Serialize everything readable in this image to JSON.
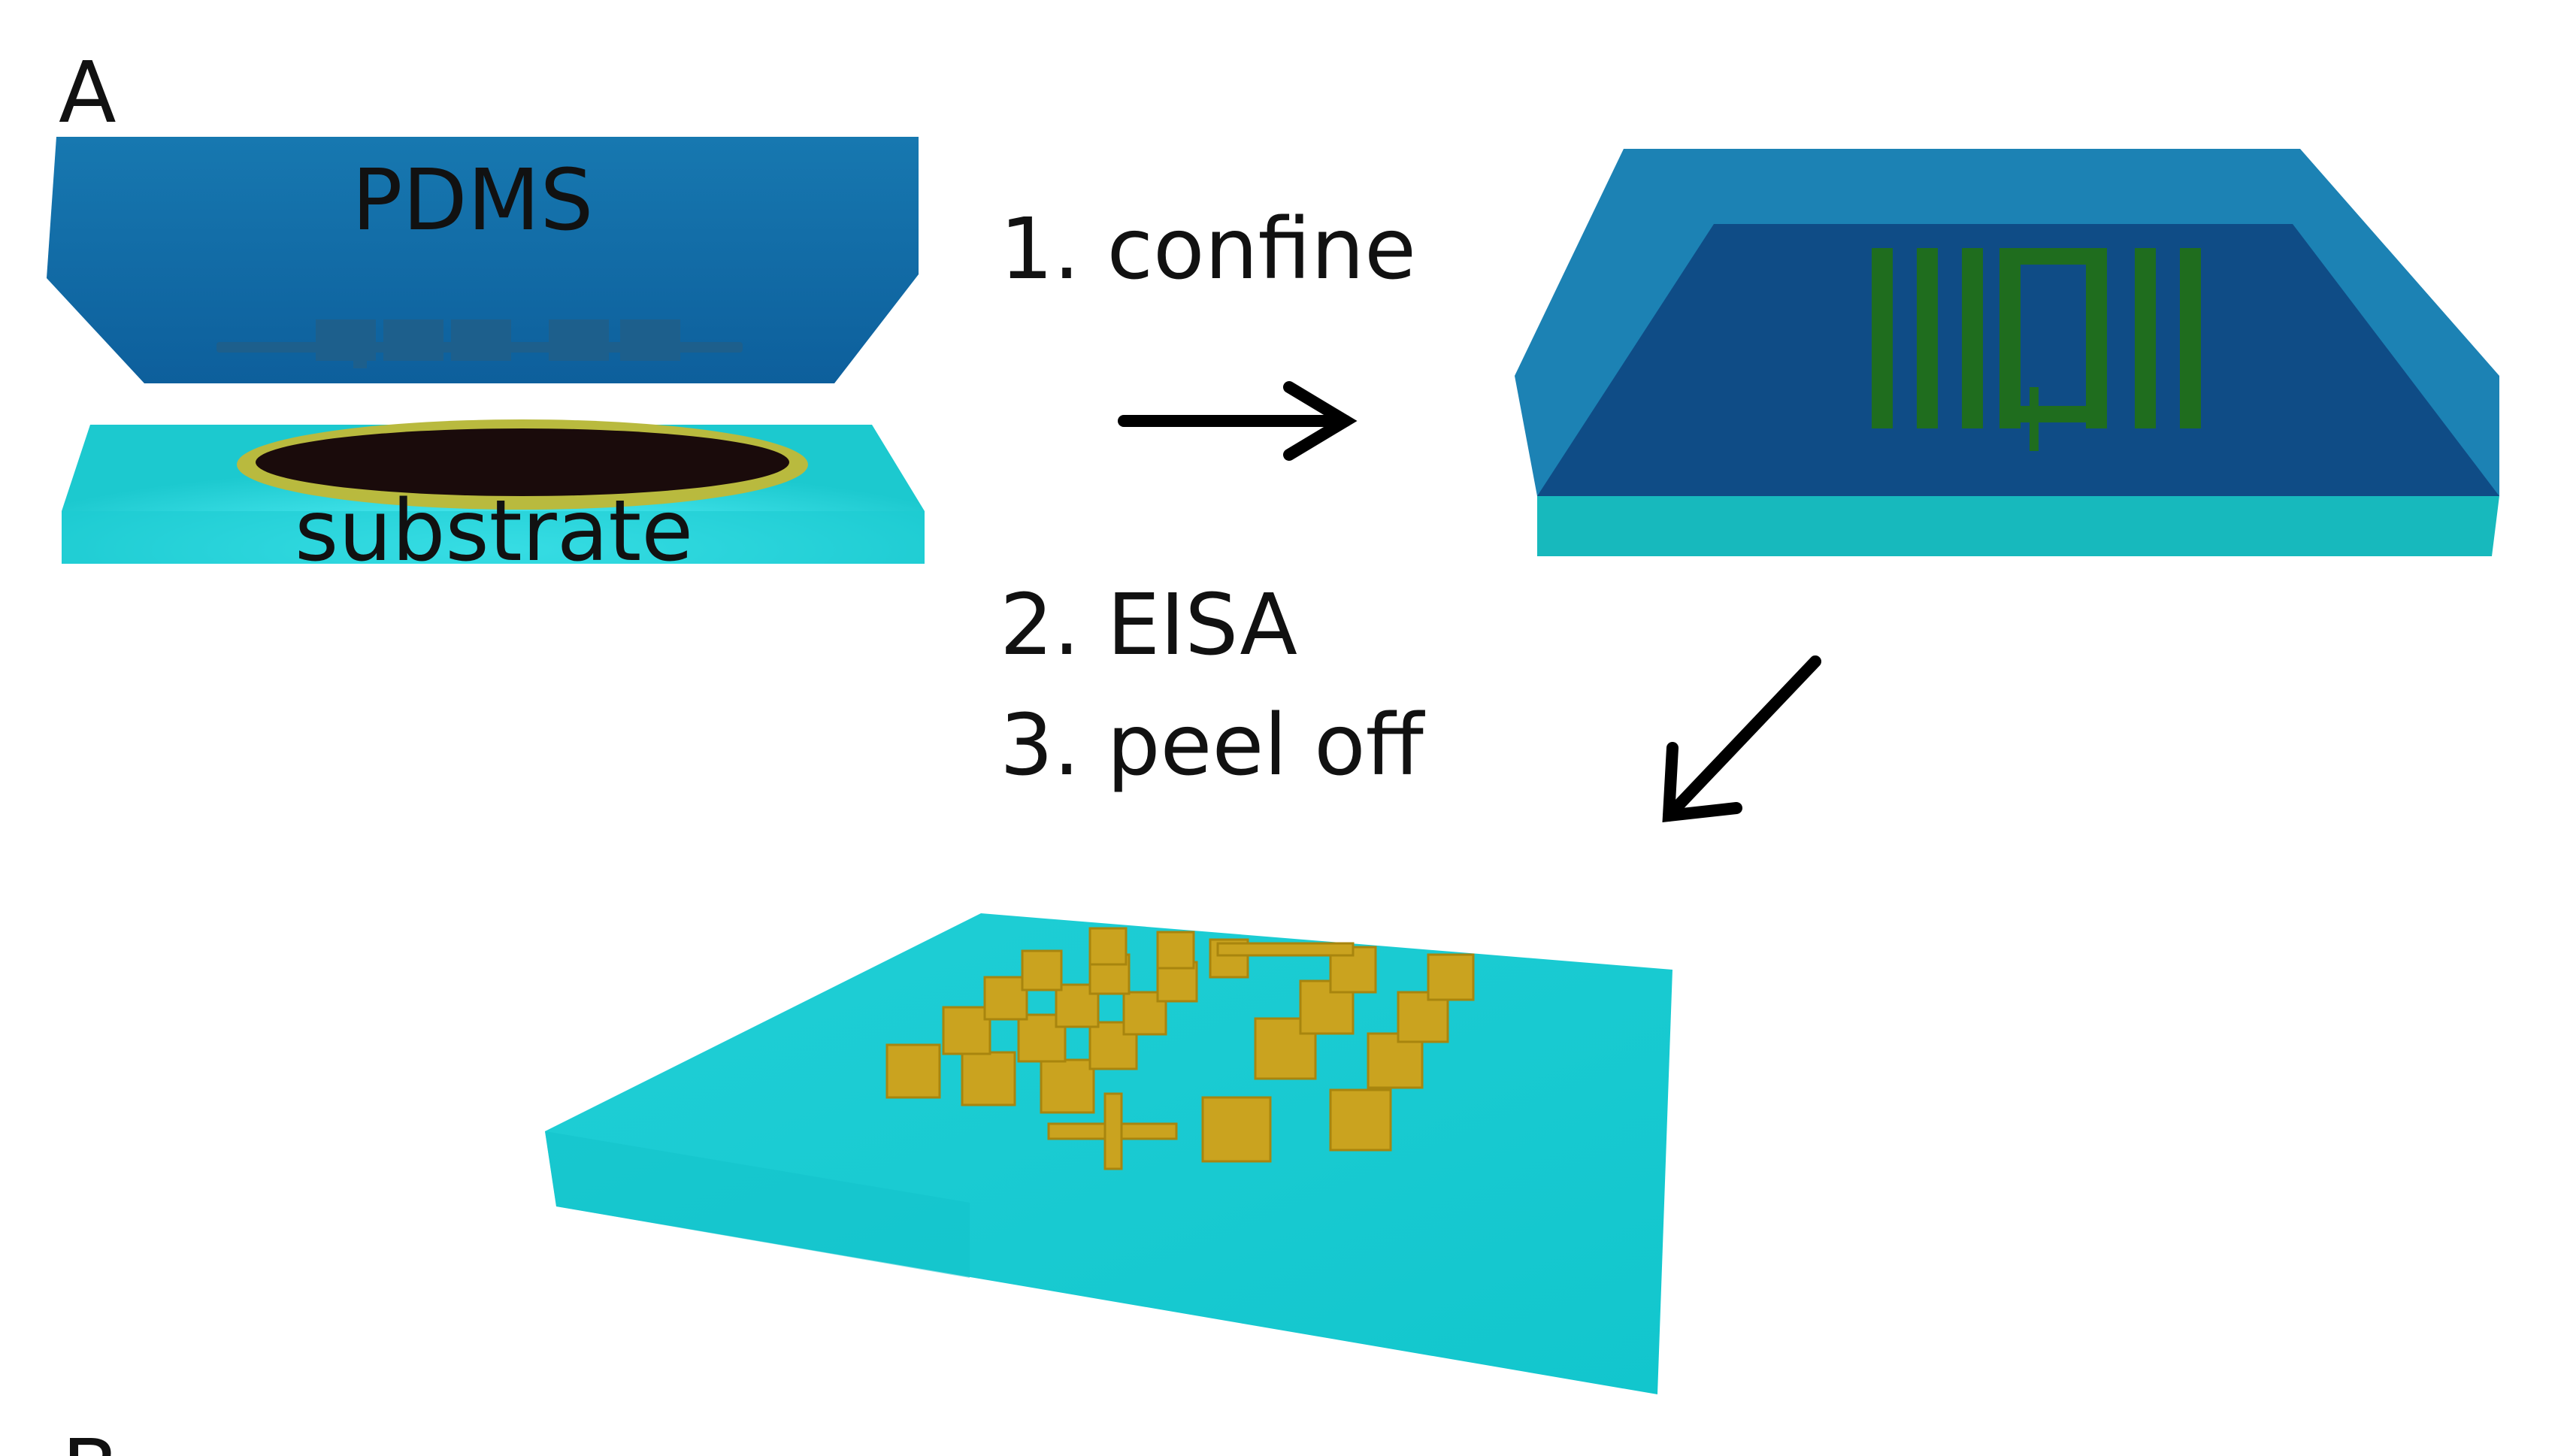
{
  "panel_labels": {
    "a": "A",
    "b": "B"
  },
  "pdms_label": "PDMS",
  "substrate_label": "substrate",
  "steps": {
    "step1": "1. confine",
    "step2": "2. EISA",
    "step3": "3. peel off"
  },
  "colors": {
    "pdms_top": "#1a6fa8",
    "pdms_face": "#0f66a6",
    "pdms_dark": "#0c4a80",
    "substrate": "#1fd0d6",
    "substrate_light": "#3ee6ec",
    "droplet": "#1a0c0c",
    "droplet_ring": "#b7b640",
    "confined_outer": "#1f86b8",
    "confined_inner": "#0e4e8a",
    "green_blocks": "#1d6e1d",
    "gold_blocks": "#c9a21e",
    "arrow": "#000000"
  }
}
